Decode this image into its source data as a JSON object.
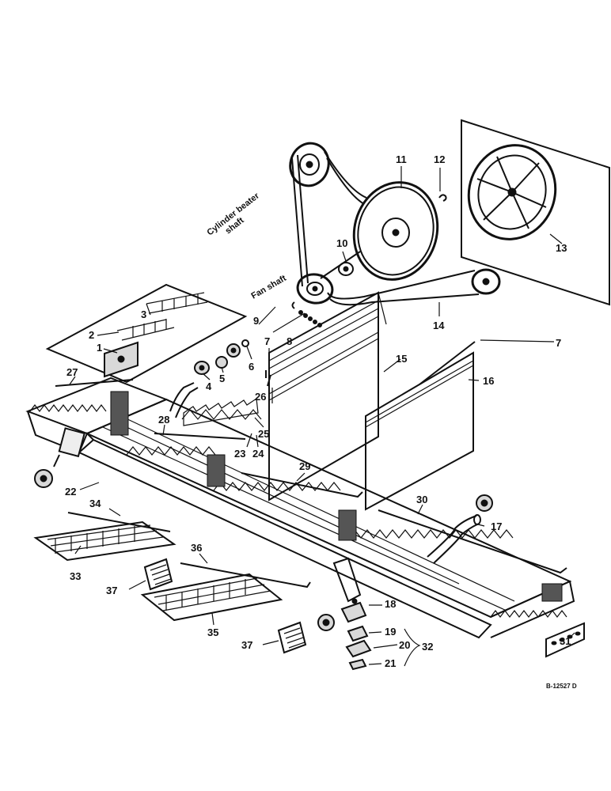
{
  "diagram": {
    "labels": {
      "cylinder_beater_shaft_line1": "Cylinder beater",
      "cylinder_beater_shaft_line2": "shaft",
      "fan_shaft": "Fan shaft",
      "reference": "B-12527 D"
    },
    "callouts": [
      "1",
      "2",
      "3",
      "4",
      "5",
      "6",
      "7",
      "7",
      "8",
      "9",
      "10",
      "11",
      "12",
      "13",
      "14",
      "15",
      "16",
      "17",
      "18",
      "19",
      "20",
      "21",
      "22",
      "23",
      "24",
      "25",
      "26",
      "27",
      "28",
      "29",
      "30",
      "31",
      "32",
      "33",
      "34",
      "35",
      "36",
      "37",
      "37"
    ]
  }
}
